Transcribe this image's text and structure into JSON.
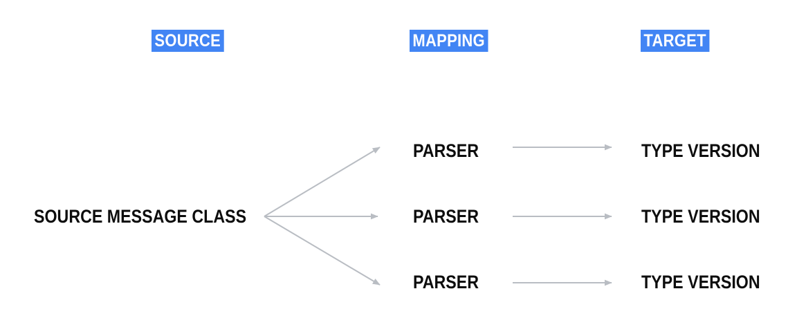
{
  "diagram": {
    "title_columns": [
      {
        "id": "source",
        "label": "SOURCE"
      },
      {
        "id": "mapping",
        "label": "MAPPING"
      },
      {
        "id": "target",
        "label": "TARGET"
      }
    ],
    "source_node": {
      "label": "SOURCE MESSAGE CLASS"
    },
    "rows": [
      {
        "parser": "PARSER",
        "target": "TYPE VERSION"
      },
      {
        "parser": "PARSER",
        "target": "TYPE VERSION"
      },
      {
        "parser": "PARSER",
        "target": "TYPE VERSION"
      }
    ],
    "colors": {
      "header_highlight": "#4285f4",
      "header_text": "#ffffff",
      "node_text": "#0d0d0d",
      "arrow": "#b9bdc3",
      "background": "#ffffff"
    },
    "arrows": {
      "fan_origin": "382,313",
      "fan_endpoints": [
        "553,211",
        "553,313",
        "553,414"
      ],
      "row_arrow_start_x": "741",
      "row_arrow_end_x": "891"
    }
  }
}
